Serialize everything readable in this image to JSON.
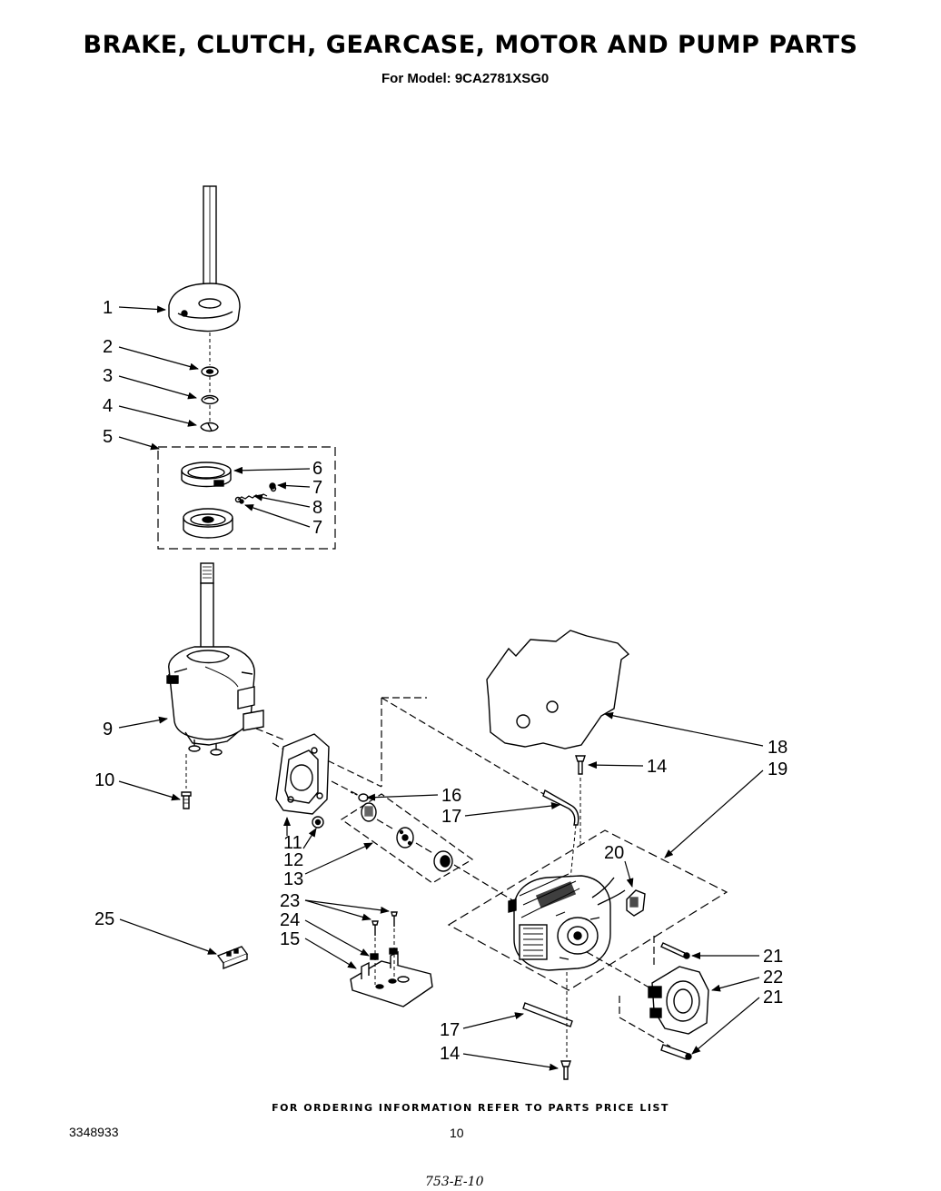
{
  "header": {
    "title": "BRAKE, CLUTCH, GEARCASE, MOTOR AND PUMP PARTS",
    "model_line": "For Model: 9CA2781XSG0"
  },
  "footer": {
    "ordering_note": "FOR ORDERING INFORMATION REFER TO PARTS PRICE LIST",
    "doc_number": "3348933",
    "page_number": "10",
    "handwritten_code": "753-E-10"
  },
  "callouts": {
    "c1": "1",
    "c2": "2",
    "c3": "3",
    "c4": "4",
    "c5": "5",
    "c6": "6",
    "c7a": "7",
    "c8": "8",
    "c7b": "7",
    "c9": "9",
    "c10": "10",
    "c11": "11",
    "c12": "12",
    "c13": "13",
    "c16": "16",
    "c17a": "17",
    "c18": "18",
    "c14a": "14",
    "c19": "19",
    "c20": "20",
    "c23": "23",
    "c24": "24",
    "c15": "15",
    "c25": "25",
    "c21a": "21",
    "c22": "22",
    "c21b": "21",
    "c17b": "17",
    "c14b": "14"
  }
}
